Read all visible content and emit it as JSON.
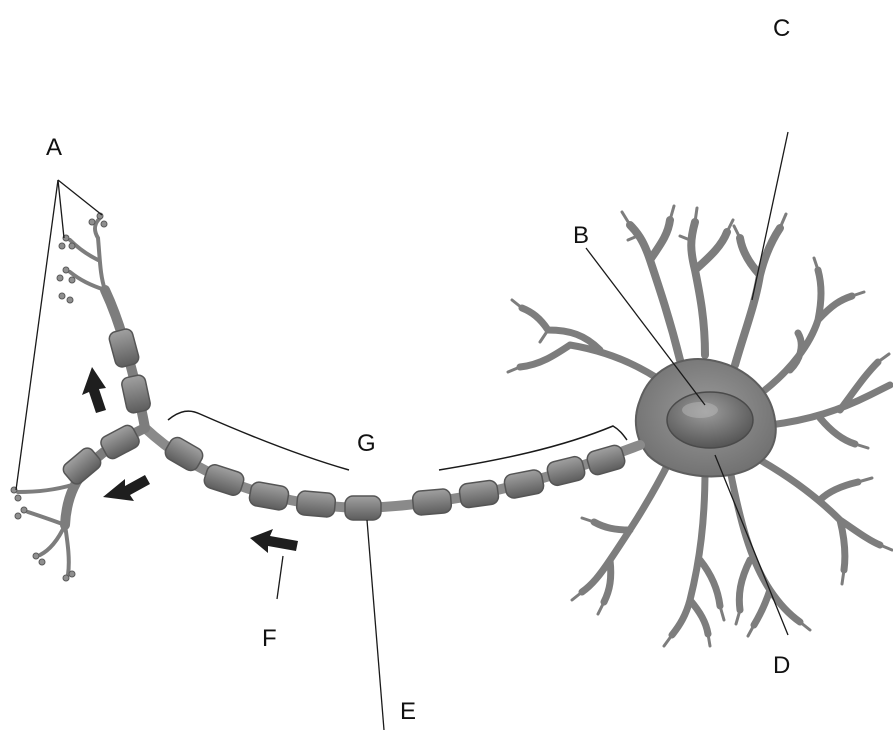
{
  "labels": {
    "a": "A",
    "b": "B",
    "c": "C",
    "d": "D",
    "e": "E",
    "f": "F",
    "g": "G"
  },
  "colors": {
    "background": "#ffffff",
    "neuron_fill": "#8c8c8c",
    "neuron_stroke": "#5e5e5e",
    "myelin_fill": "#7a7a7a",
    "nucleus_fill": "#6d6d6d",
    "arrow_fill": "#1e1e1e",
    "leader_line": "#1a1a1a"
  }
}
